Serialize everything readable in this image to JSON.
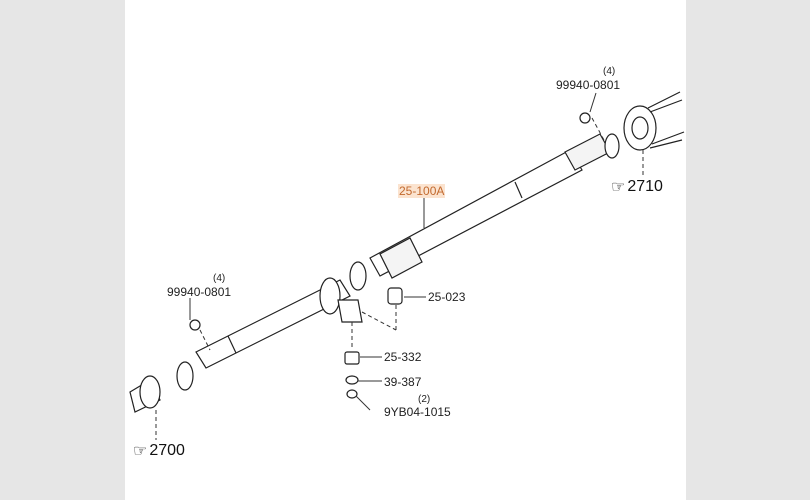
{
  "diagram": {
    "main_part": "25-100A",
    "parts": [
      {
        "number": "99940-0801",
        "qty": "(4)"
      },
      {
        "number": "99940-0801",
        "qty": "(4)"
      },
      {
        "number": "25-023"
      },
      {
        "number": "25-332"
      },
      {
        "number": "39-387"
      },
      {
        "number": "9YB04-1015",
        "qty": "(2)"
      }
    ],
    "references": [
      "2710",
      "2700"
    ],
    "highlight_color": "#fbe3cf"
  }
}
